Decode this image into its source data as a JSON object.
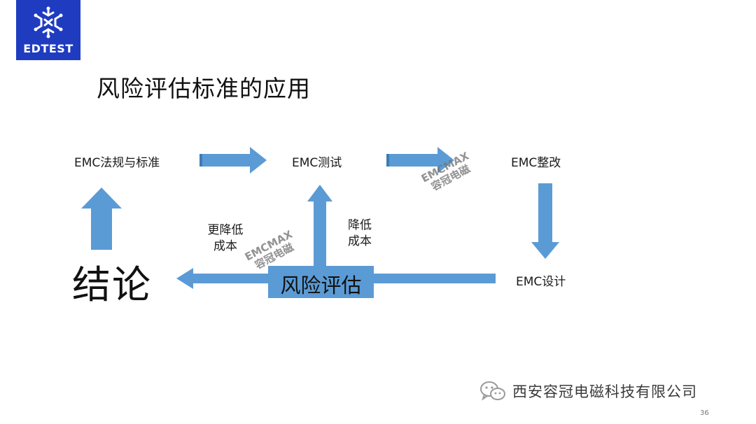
{
  "logo": {
    "text": "EDTEST",
    "background": "#1f3cc0"
  },
  "slide": {
    "title": "风险评估标准的应用",
    "nodes": {
      "regs": "EMC法规与标准",
      "test": "EMC测试",
      "fix": "EMC整改",
      "design": "EMC设计"
    },
    "labels": {
      "more_cost_line1": "更降低",
      "more_cost_line2": "成本",
      "cost_line1": "降低",
      "cost_line2": "成本"
    },
    "risk_box": "风险评估",
    "conclusion": "结论",
    "arrow_color": "#5b9bd5"
  },
  "watermark": {
    "line1": "EMCMAX",
    "line2": "容冠电磁"
  },
  "footer": {
    "company": "西安容冠电磁科技有限公司",
    "page": "36"
  }
}
